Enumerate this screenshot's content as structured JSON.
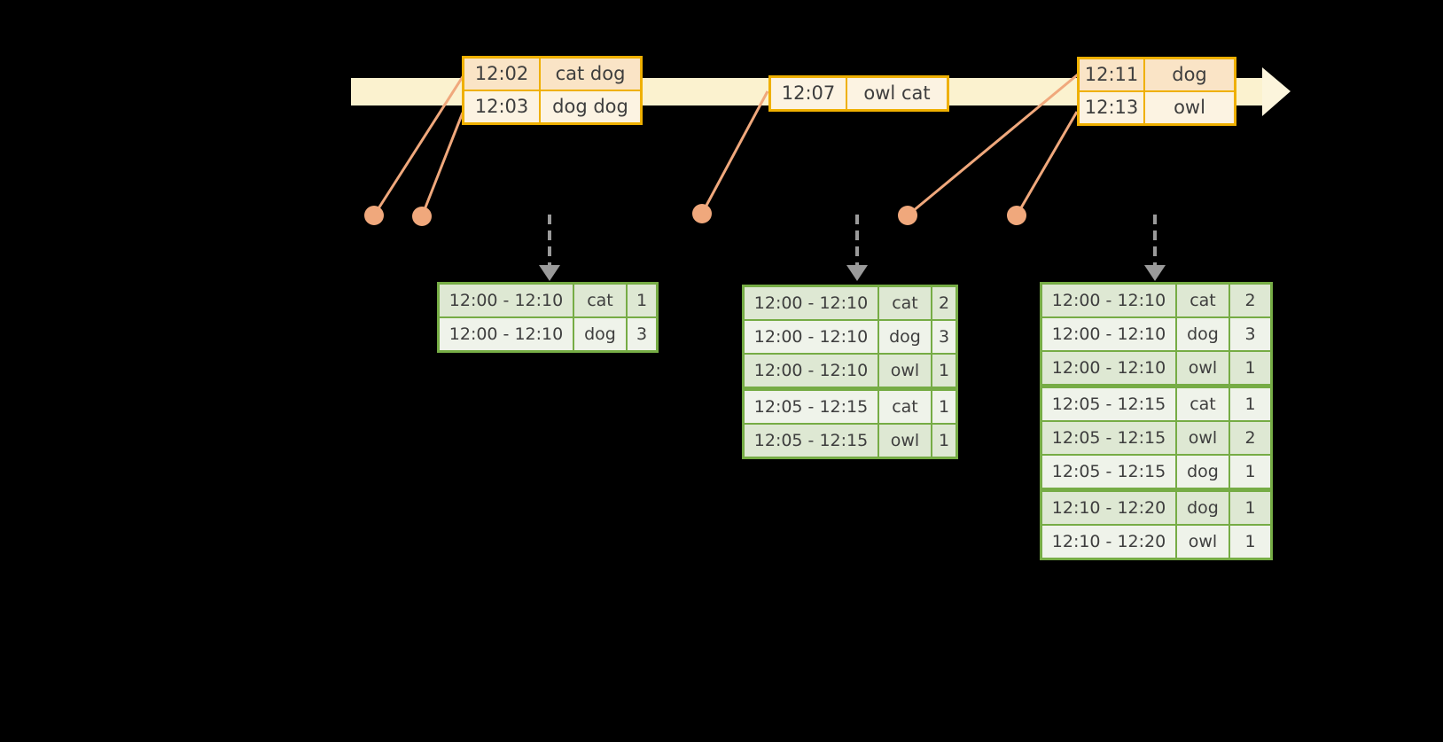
{
  "diagram": {
    "type": "streaming-windowed-wordcount-timeline",
    "background": "#000000"
  },
  "colors": {
    "timeline_band": "#FBF2CF",
    "timeline_arrowhead": "#FCF5DC",
    "event_table_border": "#EFB000",
    "event_row_dark": "#FAE4C6",
    "event_row_light": "#FCF3E2",
    "result_table_border": "#76AC45",
    "result_row_dark": "#DEE8D3",
    "result_row_light": "#EFF3EA",
    "event_marker": "#F0A87C",
    "trigger_arrow": "#9A9A9A",
    "text": "#3E3E3E"
  },
  "event_tables": [
    {
      "rows": [
        {
          "time": "12:02",
          "words": "cat dog"
        },
        {
          "time": "12:03",
          "words": "dog dog"
        }
      ]
    },
    {
      "rows": [
        {
          "time": "12:07",
          "words": "owl cat"
        }
      ]
    },
    {
      "rows": [
        {
          "time": "12:11",
          "words": "dog"
        },
        {
          "time": "12:13",
          "words": "owl"
        }
      ]
    }
  ],
  "result_tables": [
    {
      "rows": [
        {
          "window": "12:00 - 12:10",
          "word": "cat",
          "count": "1"
        },
        {
          "window": "12:00 - 12:10",
          "word": "dog",
          "count": "3"
        }
      ]
    },
    {
      "rows": [
        {
          "window": "12:00 - 12:10",
          "word": "cat",
          "count": "2"
        },
        {
          "window": "12:00 - 12:10",
          "word": "dog",
          "count": "3"
        },
        {
          "window": "12:00 - 12:10",
          "word": "owl",
          "count": "1"
        },
        {
          "window": "12:05 - 12:15",
          "word": "cat",
          "count": "1"
        },
        {
          "window": "12:05 - 12:15",
          "word": "owl",
          "count": "1"
        }
      ]
    },
    {
      "rows": [
        {
          "window": "12:00 - 12:10",
          "word": "cat",
          "count": "2"
        },
        {
          "window": "12:00 - 12:10",
          "word": "dog",
          "count": "3"
        },
        {
          "window": "12:00 - 12:10",
          "word": "owl",
          "count": "1"
        },
        {
          "window": "12:05 - 12:15",
          "word": "cat",
          "count": "1"
        },
        {
          "window": "12:05 - 12:15",
          "word": "owl",
          "count": "2"
        },
        {
          "window": "12:05 - 12:15",
          "word": "dog",
          "count": "1"
        },
        {
          "window": "12:10 - 12:20",
          "word": "dog",
          "count": "1"
        },
        {
          "window": "12:10 - 12:20",
          "word": "owl",
          "count": "1"
        }
      ]
    }
  ]
}
